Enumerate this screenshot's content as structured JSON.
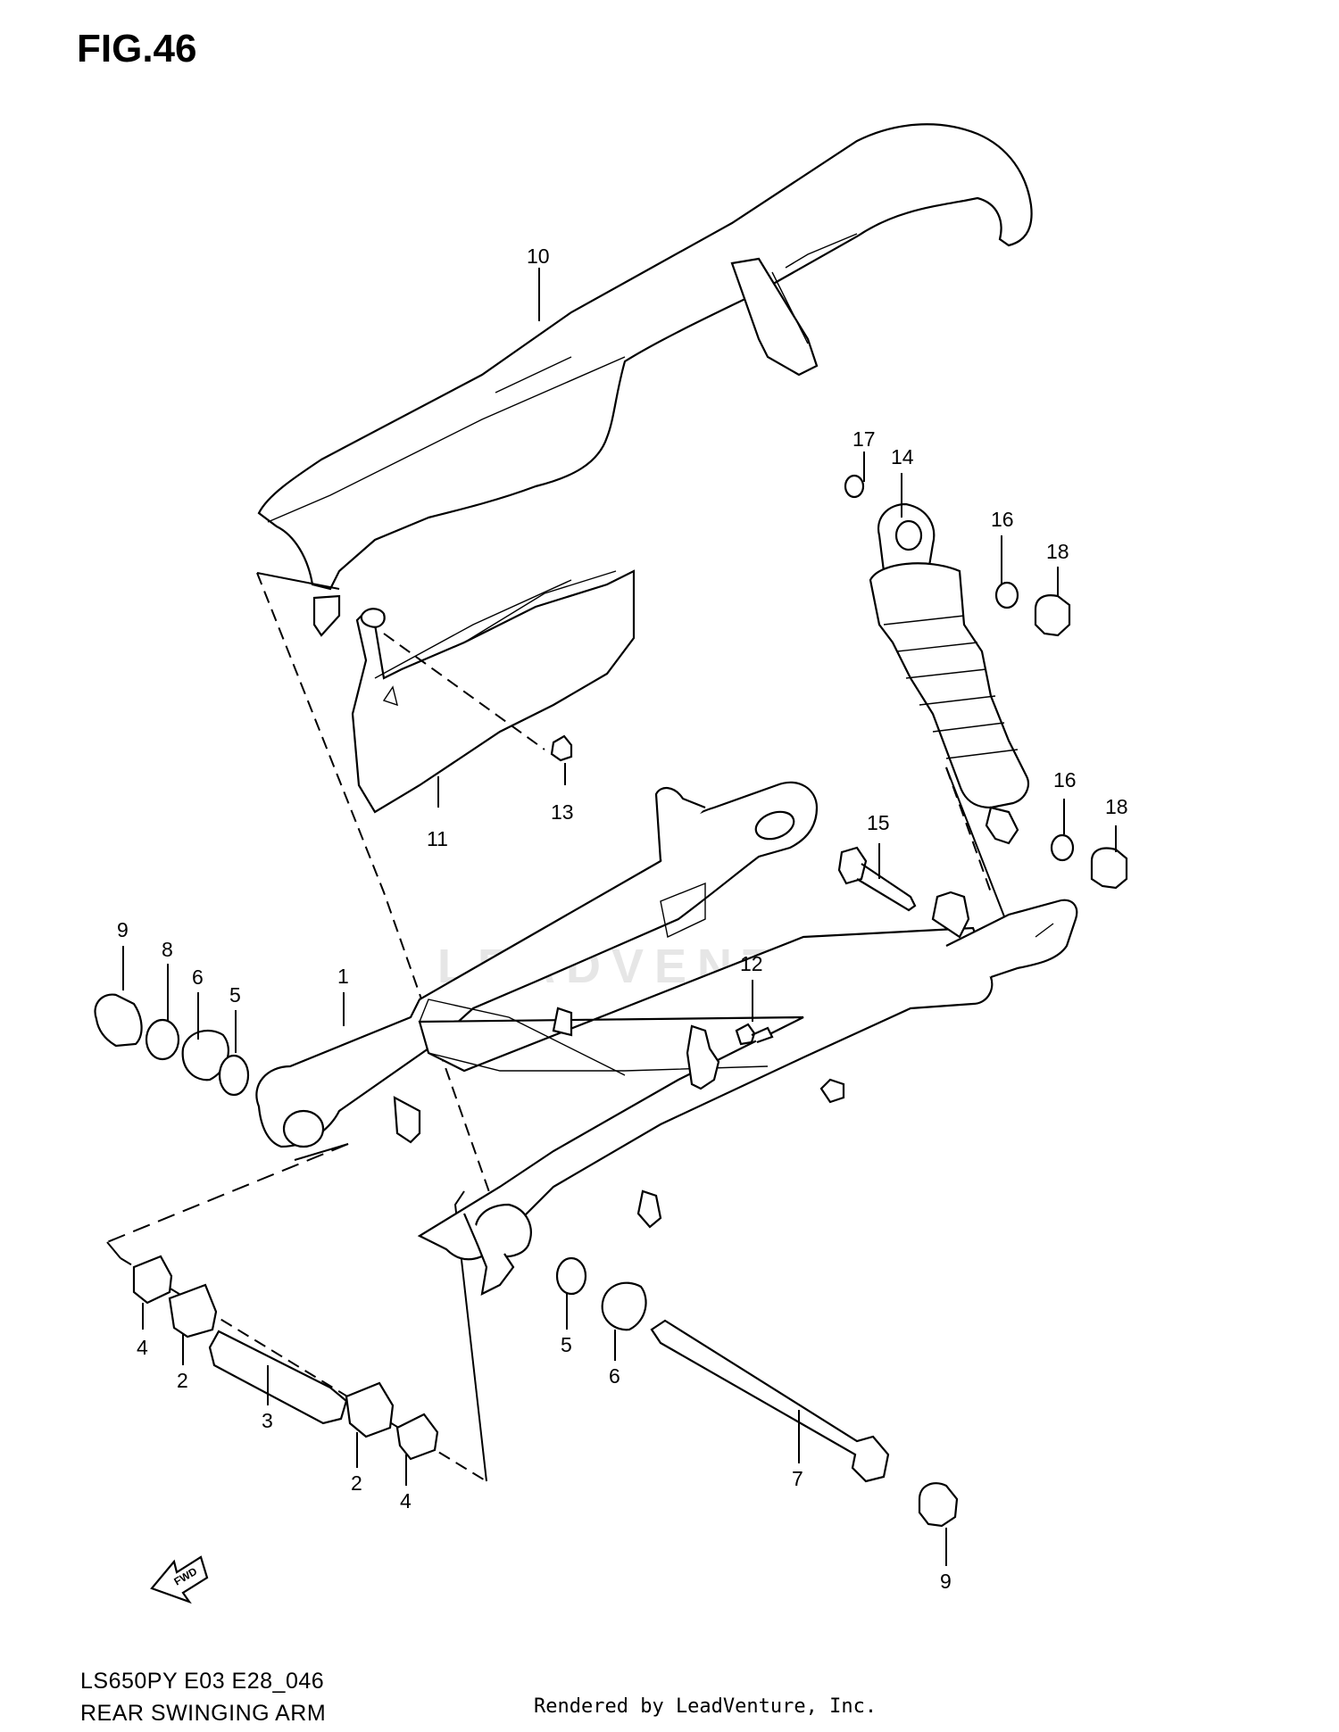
{
  "figure": {
    "title": "FIG.46"
  },
  "watermark": "LEADVENTURE",
  "footer": {
    "model_code": "LS650PY E03 E28_046",
    "diagram_name": "REAR SWINGING ARM",
    "rendered_by": "Rendered by LeadVenture, Inc."
  },
  "fwd_label": "FWD",
  "callouts": [
    {
      "id": "c10",
      "number": "10"
    },
    {
      "id": "c17",
      "number": "17"
    },
    {
      "id": "c14",
      "number": "14"
    },
    {
      "id": "c16a",
      "number": "16"
    },
    {
      "id": "c18a",
      "number": "18"
    },
    {
      "id": "c13",
      "number": "13"
    },
    {
      "id": "c11",
      "number": "11"
    },
    {
      "id": "c16b",
      "number": "16"
    },
    {
      "id": "c18b",
      "number": "18"
    },
    {
      "id": "c15",
      "number": "15"
    },
    {
      "id": "c9a",
      "number": "9"
    },
    {
      "id": "c8",
      "number": "8"
    },
    {
      "id": "c6a",
      "number": "6"
    },
    {
      "id": "c5a",
      "number": "5"
    },
    {
      "id": "c1",
      "number": "1"
    },
    {
      "id": "c12",
      "number": "12"
    },
    {
      "id": "c4a",
      "number": "4"
    },
    {
      "id": "c2a",
      "number": "2"
    },
    {
      "id": "c3",
      "number": "3"
    },
    {
      "id": "c2b",
      "number": "2"
    },
    {
      "id": "c4b",
      "number": "4"
    },
    {
      "id": "c5b",
      "number": "5"
    },
    {
      "id": "c6b",
      "number": "6"
    },
    {
      "id": "c7",
      "number": "7"
    },
    {
      "id": "c9b",
      "number": "9"
    }
  ]
}
